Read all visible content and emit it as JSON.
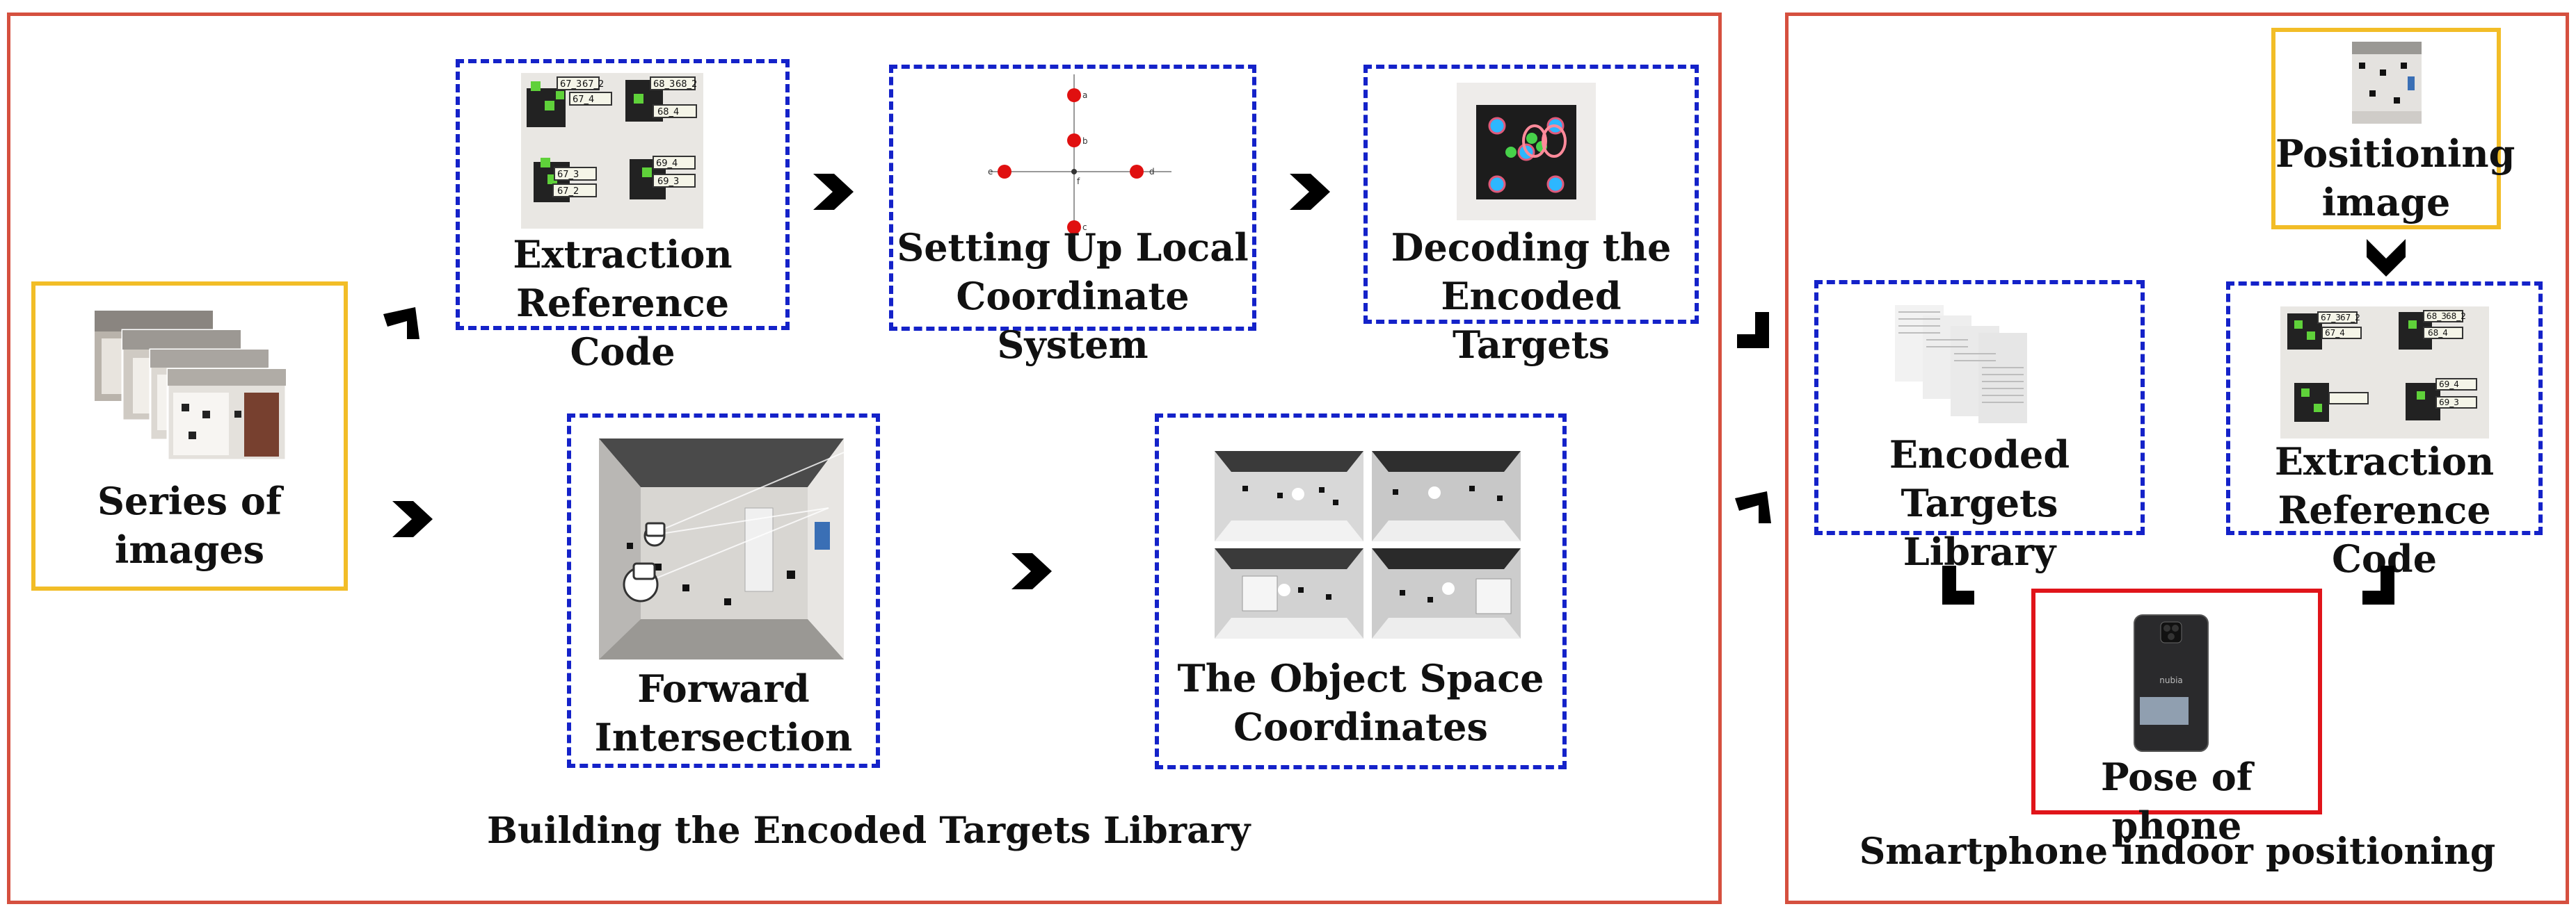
{
  "left_panel": {
    "caption": "Building the Encoded Targets Library",
    "series_box": {
      "line1": "Series of",
      "line2": "images"
    },
    "extraction_box": {
      "line1": "Extraction",
      "line2": "Reference Code",
      "codes": [
        "67_3",
        "67_2",
        "67_4",
        "68_3",
        "68_2",
        "68_4",
        "67_3",
        "67_2",
        "69_4",
        "69_3"
      ]
    },
    "local_coord_box": {
      "line1": "Setting Up Local",
      "line2": "Coordinate System",
      "points": [
        "a",
        "b",
        "c",
        "d",
        "e",
        "f"
      ]
    },
    "decoding_box": {
      "line1": "Decoding the",
      "line2": "Encoded Targets"
    },
    "forward_box": {
      "line1": "Forward",
      "line2": "Intersection"
    },
    "object_box": {
      "line1": "The Object Space",
      "line2": "Coordinates"
    }
  },
  "right_panel": {
    "caption": "Smartphone indoor positioning",
    "positioning_box": {
      "line1": "Positioning",
      "line2": "image"
    },
    "library_box": {
      "line1": "Encoded Targets",
      "line2": "Library"
    },
    "extraction_box": {
      "line1": "Extraction",
      "line2": "Reference Code",
      "codes": [
        "67_3",
        "67_2",
        "67_4",
        "68_3",
        "68_2",
        "68_4",
        "69_4",
        "69_3"
      ]
    },
    "pose_box": {
      "label": "Pose of phone",
      "brand": "nubia"
    }
  },
  "colors": {
    "panel_border": "#d5503f",
    "dashed_box": "#1422c9",
    "input_box": "#f2bd27",
    "output_box": "#e0141a",
    "arrow": "#000000"
  }
}
